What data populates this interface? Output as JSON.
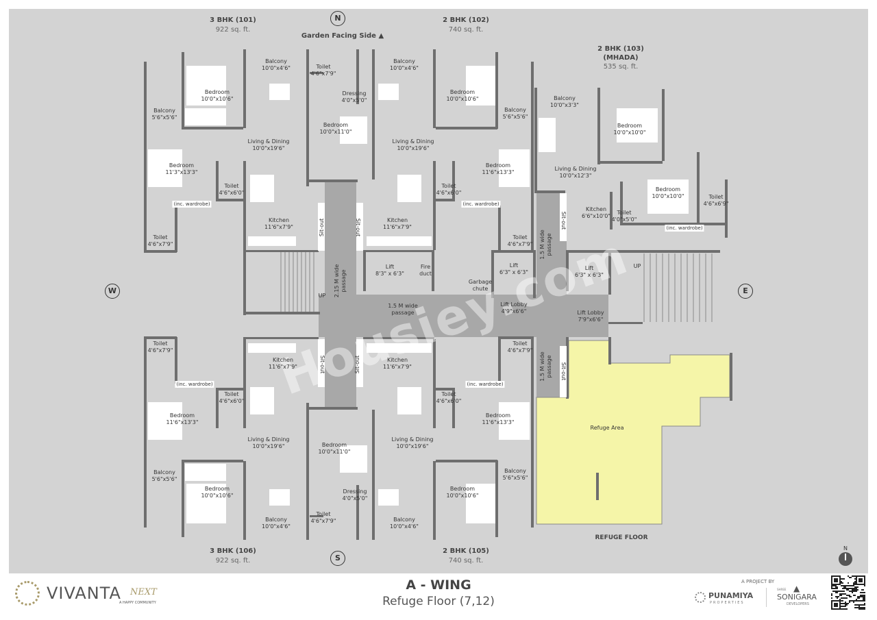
{
  "units": [
    {
      "title": "3 BHK (101)",
      "area": "922 sq. ft."
    },
    {
      "title": "2 BHK (102)",
      "area": "740 sq. ft."
    },
    {
      "title": "2 BHK (103)",
      "subtitle": "(MHADA)",
      "area": "535 sq. ft."
    },
    {
      "title": "3 BHK (106)",
      "area": "922 sq. ft."
    },
    {
      "title": "2 BHK (105)",
      "area": "740 sq. ft."
    }
  ],
  "compass": {
    "north": "N",
    "south": "S",
    "west": "W",
    "east": "E",
    "north_arrow": "N"
  },
  "garden_side": "Garden Facing Side ▲",
  "refuge_floor_label": "REFUGE FLOOR",
  "colors": {
    "background": "#d3d3d3",
    "walls": "#6e6e6e",
    "passage": "#a8a8a8",
    "refuge_area": "#f5f5a8"
  },
  "rooms": [
    {
      "name": "Balcony",
      "size": "10'0\"x4'6\""
    },
    {
      "name": "Toilet",
      "size": "4'6\"x7'9\""
    },
    {
      "name": "Bedroom",
      "size": "10'0\"x10'6\""
    },
    {
      "name": "Balcony",
      "size": "5'6\"x5'6\""
    },
    {
      "name": "Dressing",
      "size": "4'0\"x5'0\""
    },
    {
      "name": "Bedroom",
      "size": "10'0\"x11'0\""
    },
    {
      "name": "Living & Dining",
      "size": "10'0\"x19'6\""
    },
    {
      "name": "Bedroom",
      "size": "11'3\"x13'3\""
    },
    {
      "name": "Toilet",
      "size": "4'6\"x6'0\""
    },
    {
      "name": "Kitchen",
      "size": "11'6\"x7'9\""
    },
    {
      "name": "Toilet",
      "size": "4'6\"x7'9\""
    },
    {
      "name": "Balcony",
      "size": "10'0\"x4'6\""
    },
    {
      "name": "Bedroom",
      "size": "10'0\"x10'6\""
    },
    {
      "name": "Balcony",
      "size": "5'6\"x5'6\""
    },
    {
      "name": "Living & Dining",
      "size": "10'0\"x19'6\""
    },
    {
      "name": "Bedroom",
      "size": "11'6\"x13'3\""
    },
    {
      "name": "Toilet",
      "size": "4'6\"x6'0\""
    },
    {
      "name": "Kitchen",
      "size": "11'6\"x7'9\""
    },
    {
      "name": "Toilet",
      "size": "4'6\"x7'9\""
    },
    {
      "name": "Balcony",
      "size": "10'0\"x3'3\""
    },
    {
      "name": "Bedroom",
      "size": "10'0\"x10'0\""
    },
    {
      "name": "Living & Dining",
      "size": "10'0\"x12'3\""
    },
    {
      "name": "Bedroom",
      "size": "10'0\"x10'0\""
    },
    {
      "name": "Toilet",
      "size": "4'6\"x6'9\""
    },
    {
      "name": "Kitchen",
      "size": "6'6\"x10'0\""
    },
    {
      "name": "Toilet",
      "size": "4'0\"x5'0\""
    },
    {
      "name": "Lift",
      "size": "8'3\" x 6'3\""
    },
    {
      "name": "Fire",
      "size": "duct"
    },
    {
      "name": "Lift",
      "size": "6'3\" x 6'3\""
    },
    {
      "name": "Lift",
      "size": "6'3\" x 6'3\""
    },
    {
      "name": "Garbage",
      "size": "chute"
    },
    {
      "name": "Lift Lobby",
      "size": "4'9\"x6'6\""
    },
    {
      "name": "Lift Lobby",
      "size": "7'9\"x6'6\""
    },
    {
      "name": "1.5 M wide",
      "size": "passage"
    },
    {
      "name": "Toilet",
      "size": "4'6\"x7'9\""
    },
    {
      "name": "Kitchen",
      "size": "11'6\"x7'9\""
    },
    {
      "name": "Kitchen",
      "size": "11'6\"x7'9\""
    },
    {
      "name": "Toilet",
      "size": "4'6\"x7'9\""
    },
    {
      "name": "Toilet",
      "size": "4'6\"x6'0\""
    },
    {
      "name": "Toilet",
      "size": "4'6\"x6'0\""
    },
    {
      "name": "Bedroom",
      "size": "11'6\"x13'3\""
    },
    {
      "name": "Bedroom",
      "size": "11'6\"x13'3\""
    },
    {
      "name": "Living & Dining",
      "size": "10'0\"x19'6\""
    },
    {
      "name": "Bedroom",
      "size": "10'0\"x11'0\""
    },
    {
      "name": "Living & Dining",
      "size": "10'0\"x19'6\""
    },
    {
      "name": "Balcony",
      "size": "5'6\"x5'6\""
    },
    {
      "name": "Bedroom",
      "size": "10'0\"x10'6\""
    },
    {
      "name": "Dressing",
      "size": "4'0\"x5'0\""
    },
    {
      "name": "Balcony",
      "size": "5'6\"x5'6\""
    },
    {
      "name": "Bedroom",
      "size": "10'0\"x10'6\""
    },
    {
      "name": "Balcony",
      "size": "10'0\"x4'6\""
    },
    {
      "name": "Toilet",
      "size": "4'6\"x7'9\""
    },
    {
      "name": "Balcony",
      "size": "10'0\"x4'6\""
    },
    {
      "name": "Refuge Area",
      "size": ""
    }
  ],
  "wardrobe_notes": [
    "(inc. wardrobe)",
    "(inc. wardrobe)",
    "(inc. wardrobe)",
    "(inc. wardrobe)",
    "(inc. wardrobe)"
  ],
  "sitouts": [
    "Sit-out",
    "Sit-out",
    "Sit-out",
    "Sit-out",
    "Sit-out",
    "Sit-out"
  ],
  "passages": [
    "2.15 M wide passage",
    "1.5 M wide passage",
    "1.5 M wide passage"
  ],
  "stairs": [
    "UP",
    "UP"
  ],
  "watermark": "Housiey.com",
  "footer": {
    "logo_name": "VIVANTA",
    "logo_suffix": "NEXT",
    "logo_tagline": "A HAPPY COMMUNITY",
    "title": "A - WING",
    "subtitle": "Refuge Floor (7,12)",
    "project_by": "A PROJECT BY",
    "developer1": "PUNAMIYA",
    "developer1_sub": "PROPERTIES",
    "developer2_prefix": "SHREE",
    "developer2": "SONIGARA",
    "developer2_sub": "DEVELOPERS"
  }
}
